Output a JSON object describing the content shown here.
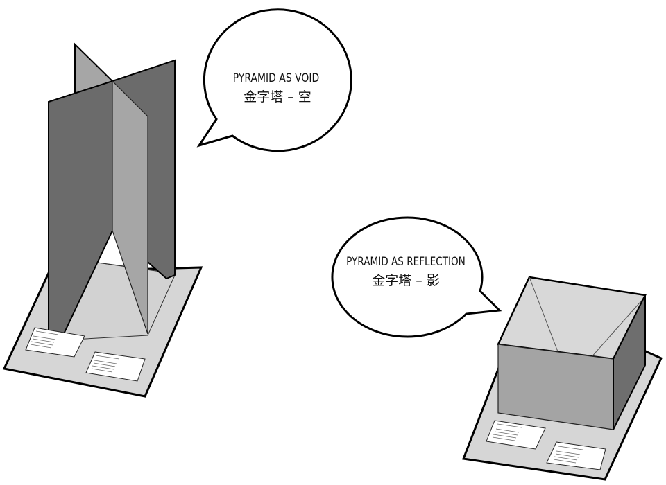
{
  "bubbles": [
    {
      "title": "PYRAMID AS VOID",
      "subtitle": "金字塔 – 空"
    },
    {
      "title": "PYRAMID AS REFLECTION",
      "subtitle": "金字塔 – 影"
    }
  ],
  "colors": {
    "plate": "#d6d6d6",
    "dark_panel": "#6b6b6b",
    "light_panel": "#a6a6a6",
    "box_front": "#a4a4a4",
    "box_side": "#6e6e6e",
    "box_top": "#d8d8d8",
    "outline": "#000000"
  }
}
